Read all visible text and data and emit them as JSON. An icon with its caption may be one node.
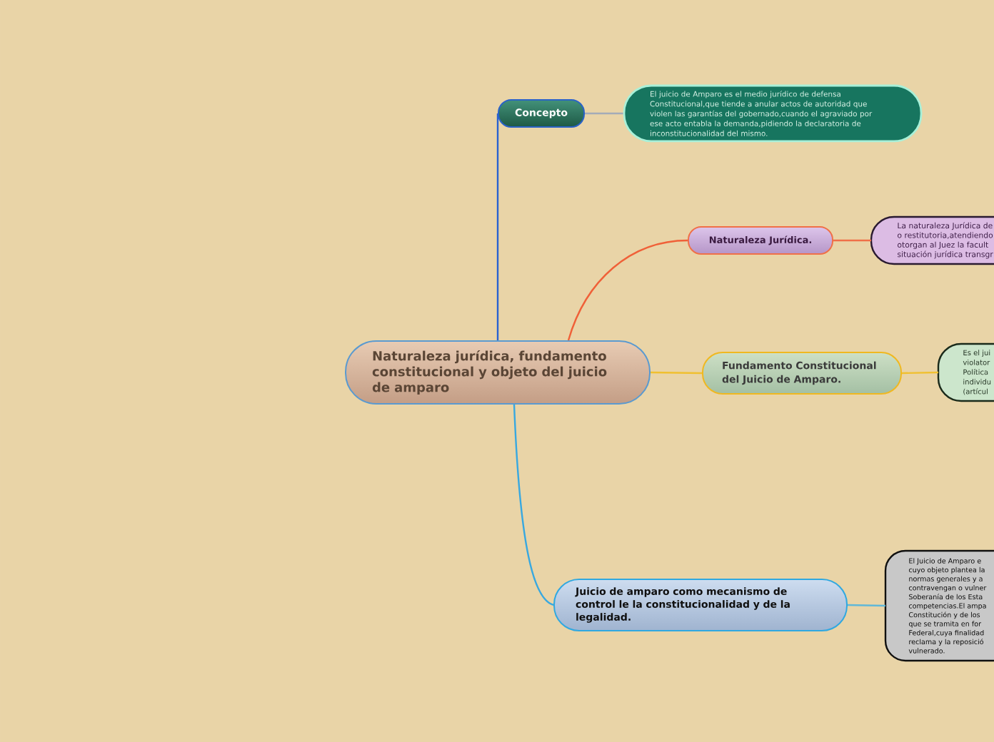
{
  "diagram": {
    "nodes": [
      {
        "text": [
          "Naturaleza jurídica, fundamento constitucional y objeto del juicio de amparo"
        ]
      },
      {
        "text": [
          "Concepto"
        ]
      },
      {
        "text": [
          "El juicio de Amparo es el medio jurídico de defensa Constitucional,que tiende a anular actos de autoridad que violen las garantías del gobernado,cuando el agraviado por ese acto entabla la demanda,pidiendo la declaratoria de inconstitucionalidad del mismo."
        ]
      },
      {
        "text": [
          "Naturaleza Jurídica."
        ]
      },
      {
        "text": [
          "La naturaleza Jurídica de o restitutoria,atendiendo otorgan al Juez la facult situación jurídica transgr"
        ]
      },
      {
        "text": [
          "Fundamento Constitucional del Juicio de Amparo."
        ]
      },
      {
        "text": [
          "Es el jui violator Política individu (artícul"
        ]
      },
      {
        "text": [
          "Juicio de amparo como mecanismo de control le la constitucionalidad y de la legalidad."
        ]
      },
      {
        "text": [
          "El Juicio de Amparo e cuyo objeto plantea la normas generales y a contravengan o vulner Soberanía de los Esta competencias.El ampa Constitución y de los que se tramita en for Federal,cuya finalidad reclama y la reposició vulnerado."
        ]
      }
    ],
    "edges": [
      {
        "from": 0,
        "to": 1,
        "arrow": "none",
        "color": "#2a62d0"
      },
      {
        "from": 1,
        "to": 2,
        "arrow": "none",
        "color": "#a4abb8"
      },
      {
        "from": 0,
        "to": 3,
        "arrow": "none",
        "color": "#f06038"
      },
      {
        "from": 3,
        "to": 4,
        "arrow": "none",
        "color": "#f07048"
      },
      {
        "from": 0,
        "to": 5,
        "arrow": "none",
        "color": "#f0c030"
      },
      {
        "from": 5,
        "to": 6,
        "arrow": "none",
        "color": "#f0c030"
      },
      {
        "from": 0,
        "to": 7,
        "arrow": "none",
        "color": "#38a8e0"
      },
      {
        "from": 7,
        "to": 8,
        "arrow": "none",
        "color": "#60b8d8"
      }
    ]
  }
}
